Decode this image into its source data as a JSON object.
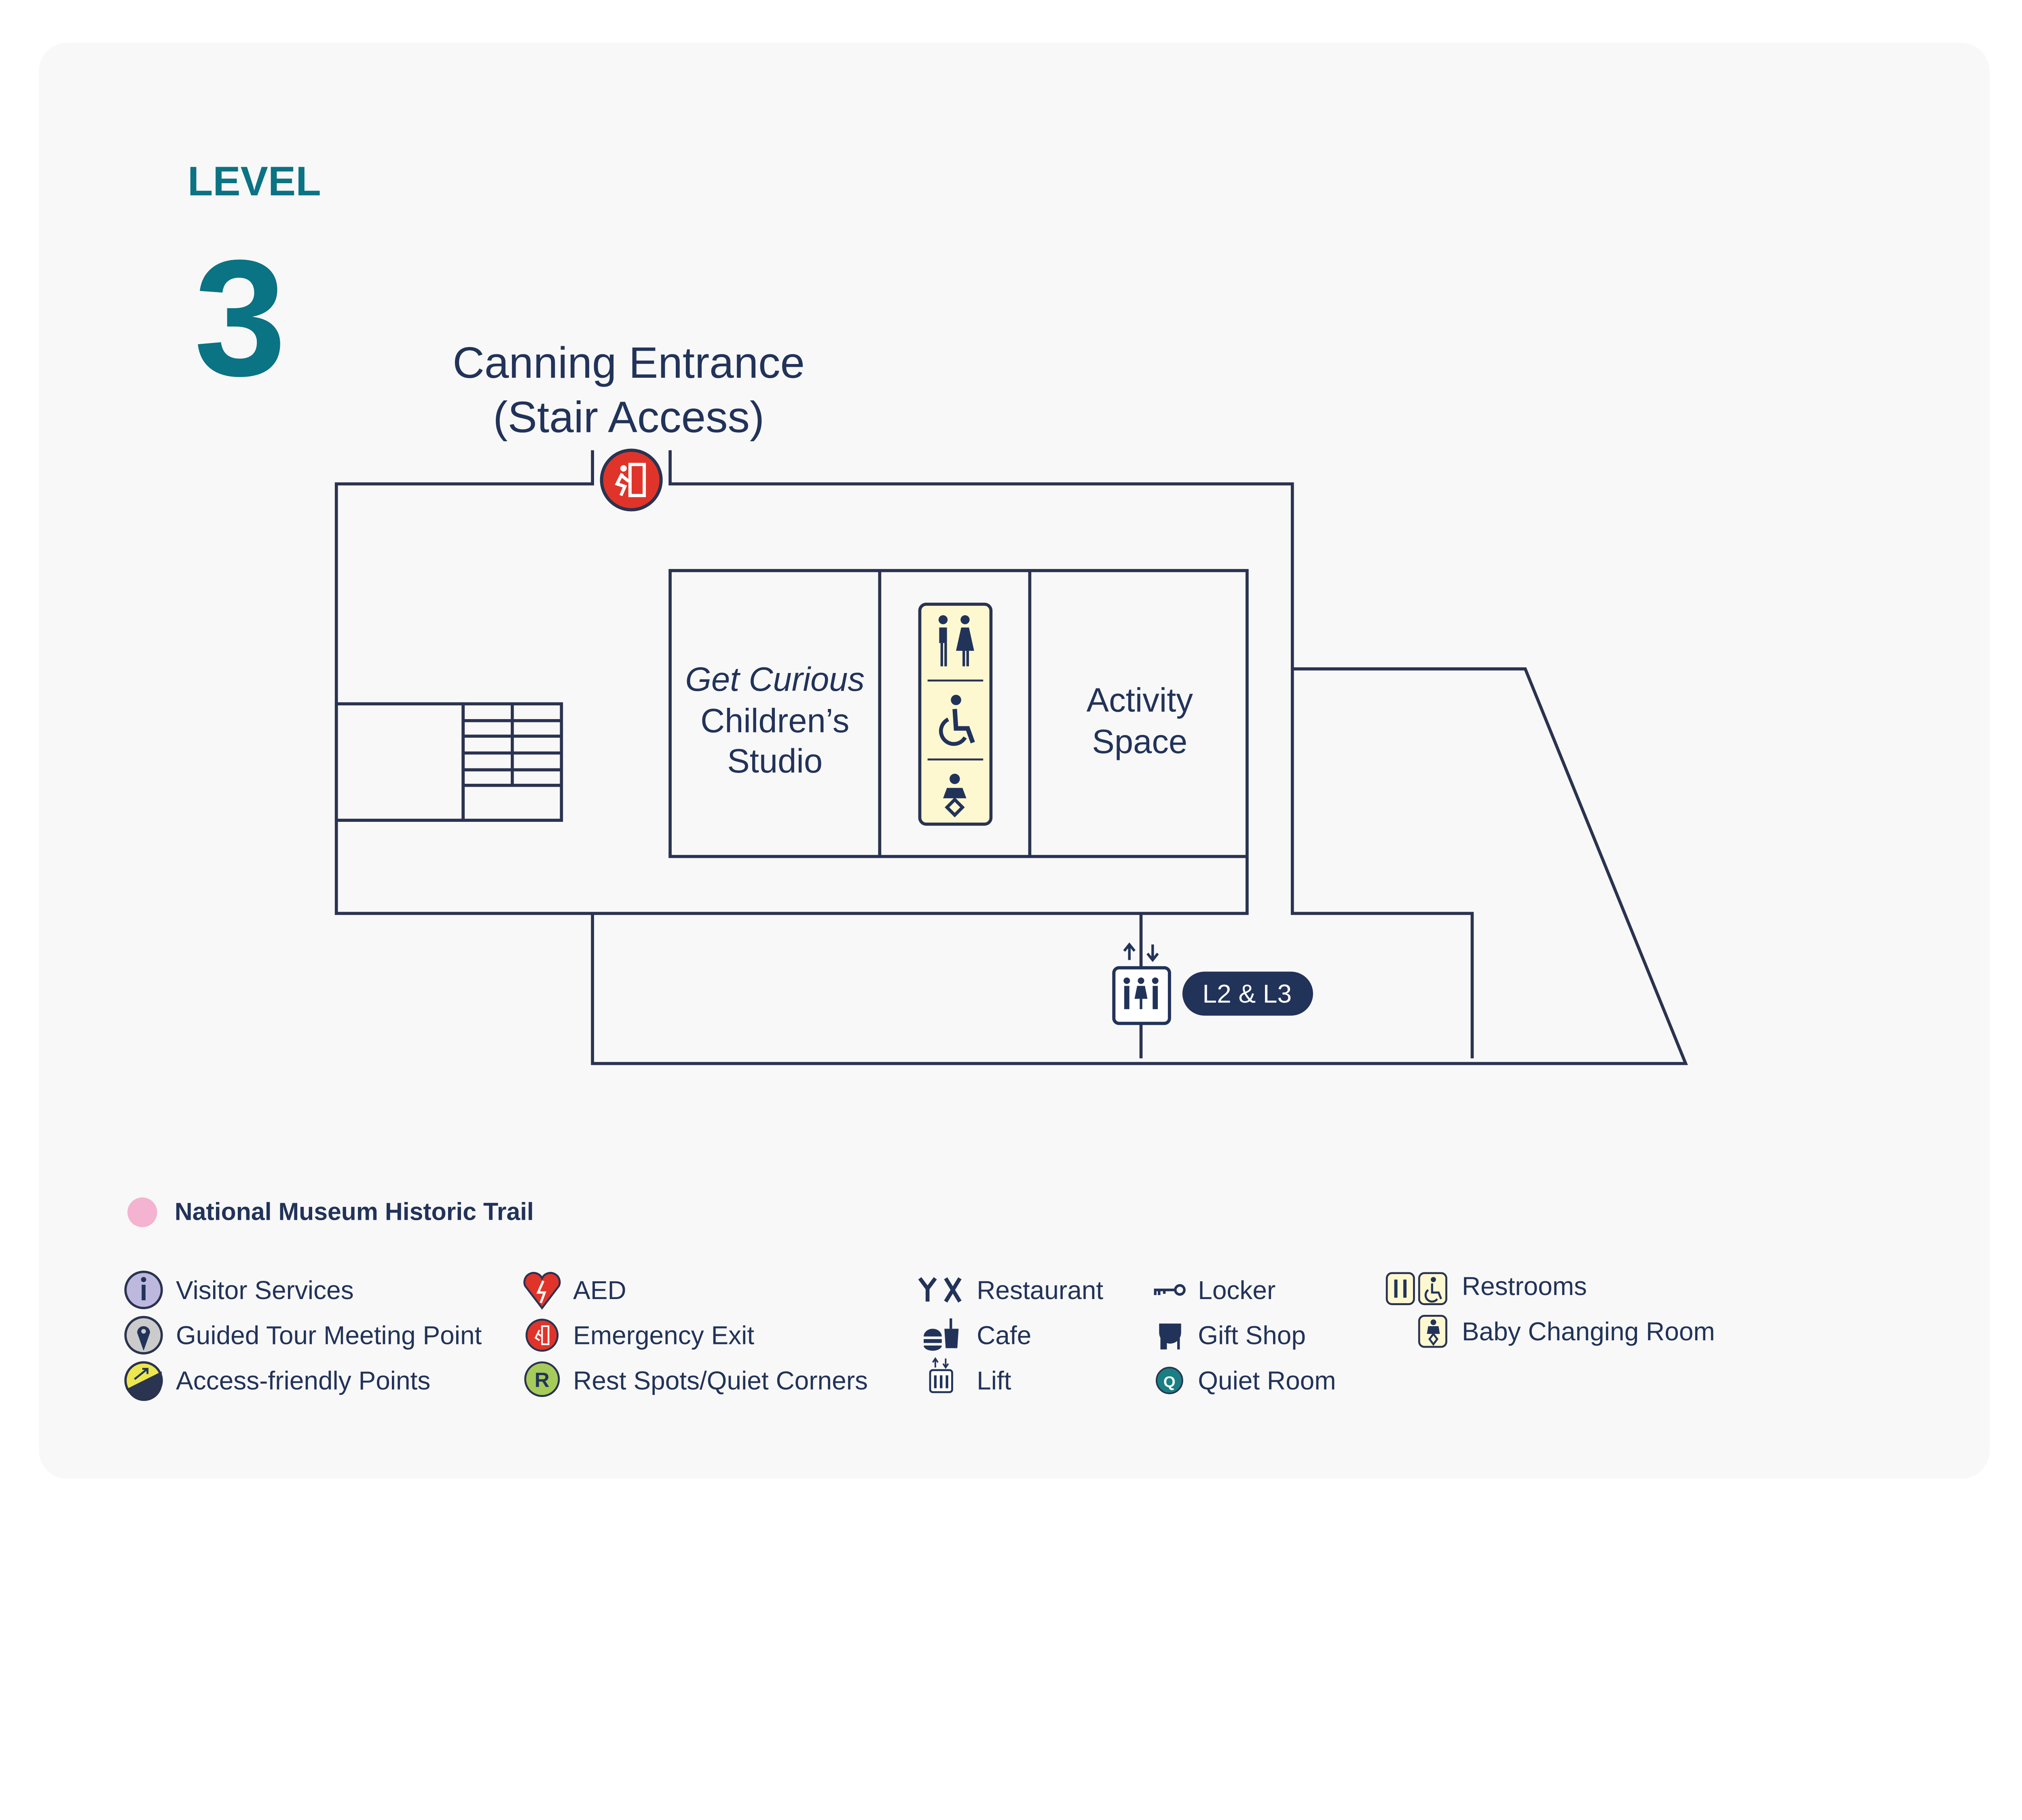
{
  "header": {
    "level_label": "LEVEL",
    "level_number": "3"
  },
  "entrance": {
    "line1": "Canning Entrance",
    "line2": "(Stair Access)",
    "icon": "emergency-exit-icon"
  },
  "rooms": {
    "studio": {
      "line1": "Get Curious",
      "line2": "Children’s",
      "line3": "Studio"
    },
    "activity": {
      "line1": "Activity",
      "line2": "Space"
    },
    "restrooms_icons": [
      "restroom-icon",
      "accessible-restroom-icon",
      "baby-changing-icon"
    ]
  },
  "lift": {
    "label": "L2 & L3",
    "icon": "lift-icon"
  },
  "trail": {
    "label": "National Museum Historic Trail",
    "color": "#f4b3d0"
  },
  "legend": {
    "visitor_services": "Visitor Services",
    "guided_tour": "Guided Tour Meeting Point",
    "access_friendly": "Access-friendly Points",
    "aed": "AED",
    "emergency_exit": "Emergency Exit",
    "rest_spots": "Rest Spots/Quiet Corners",
    "rest_spots_letter": "R",
    "restaurant": "Restaurant",
    "cafe": "Cafe",
    "lift": "Lift",
    "locker": "Locker",
    "gift_shop": "Gift Shop",
    "quiet_room": "Quiet Room",
    "quiet_room_letter": "Q",
    "restrooms": "Restrooms",
    "baby_changing": "Baby Changing Room"
  },
  "colors": {
    "teal": "#0a7384",
    "navy": "#22335a",
    "red": "#e0342a",
    "yellow_panel": "#fdf8d0",
    "lavender": "#bdb8de",
    "green": "#a6cb5a",
    "quiet_teal": "#1a7f83",
    "access_yellow": "#ece64f"
  }
}
